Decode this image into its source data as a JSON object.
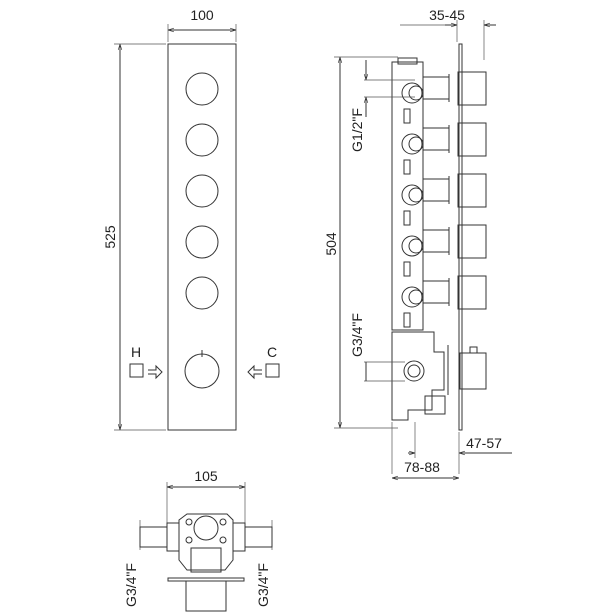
{
  "front_view": {
    "width_dim": "100",
    "height_dim": "525",
    "hot_label": "H",
    "cold_label": "C",
    "knob_count": 5
  },
  "side_view": {
    "depth_dim": "35-45",
    "height_dim": "504",
    "outlet_thread": "G1/2\"F",
    "inlet_thread": "G3/4\"F",
    "body_depth_dim": "47-57",
    "total_depth_dim": "78-88"
  },
  "bottom_view": {
    "width_dim": "105",
    "left_thread": "G3/4\"F",
    "right_thread": "G3/4\"F"
  }
}
